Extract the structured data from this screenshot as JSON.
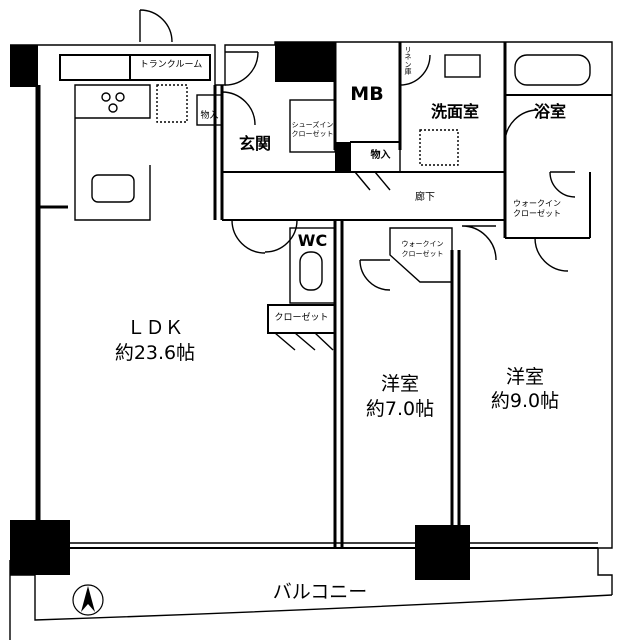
{
  "rooms": {
    "ldk_name": "ＬＤＫ",
    "ldk_area": "約23.6帖",
    "western1_name": "洋室",
    "western1_area": "約7.0帖",
    "western2_name": "洋室",
    "western2_area": "約9.0帖",
    "washroom": "洗面室",
    "bathroom": "浴室",
    "mb": "MB",
    "entrance": "玄関",
    "wc": "WC",
    "hallway": "廊下",
    "balcony": "バルコニー"
  },
  "storage": {
    "trunk_room": "トランクルーム",
    "storage_entrance": "物入",
    "storage_hall": "物入",
    "shoes_in_closet_line1": "シューズイン",
    "shoes_in_closet_line2": "クローゼット",
    "linen": "リネン庫",
    "walkin_closet_bath_line1": "ウォークイン",
    "walkin_closet_bath_line2": "クローゼット",
    "walkin_closet_mid_line1": "ウォークイン",
    "walkin_closet_mid_line2": "クローゼット",
    "closet": "クローゼット"
  },
  "compass": {
    "north_arrow_icon": "north-arrow-icon"
  }
}
